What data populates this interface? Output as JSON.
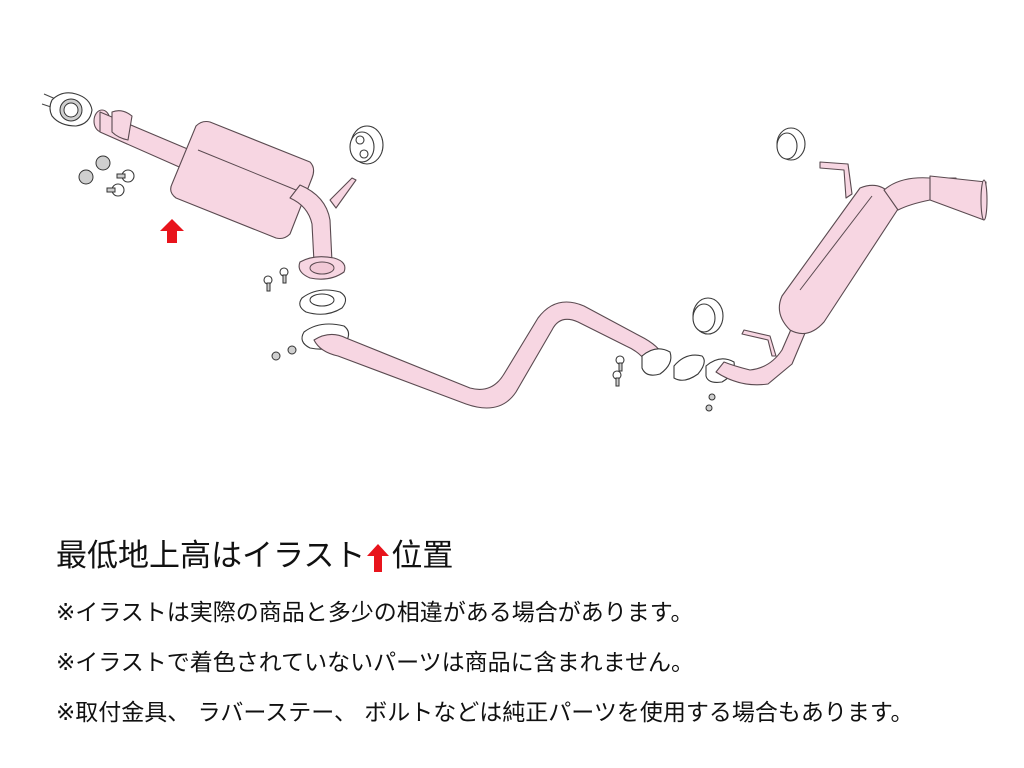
{
  "diagram": {
    "title": "Exhaust system exploded illustration",
    "part_fill_color": "#f7d6e2",
    "outline_color": "#5a4a50",
    "marker_color": "#e8141c",
    "components": [
      {
        "name": "front-gasket-flange",
        "colored": false
      },
      {
        "name": "front-pipe-with-pre-muffler",
        "colored": true
      },
      {
        "name": "rubber-hanger-1",
        "colored": false
      },
      {
        "name": "mid-flange-gasket",
        "colored": false
      },
      {
        "name": "center-pipe",
        "colored": true
      },
      {
        "name": "rear-gasket",
        "colored": false
      },
      {
        "name": "rubber-hanger-2",
        "colored": false
      },
      {
        "name": "rubber-hanger-3",
        "colored": false
      },
      {
        "name": "main-muffler-with-tail",
        "colored": true
      }
    ],
    "min_ground_clearance_marker": "up-arrow"
  },
  "captions": {
    "title_before": "最低地上高はイラスト",
    "title_after": "位置",
    "notes": [
      "※イラストは実際の商品と多少の相違がある場合があります。",
      "※イラストで着色されていないパーツは商品に含まれません。",
      "※取付金具、 ラバーステー、 ボルトなどは純正パーツを使用する場合もあります。"
    ]
  }
}
